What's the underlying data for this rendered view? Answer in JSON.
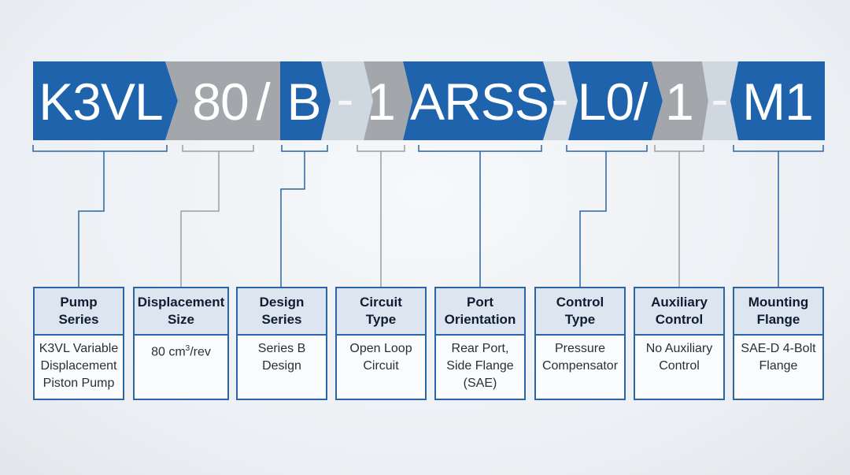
{
  "code": {
    "segments": [
      "K3VL",
      "80",
      "/",
      "B",
      "-",
      "1",
      "ARSS",
      "-",
      "L0/",
      "1",
      "-",
      "M1"
    ]
  },
  "colors": {
    "blue": "#1f63ad",
    "gray": "#a3a7ab",
    "light": "#cfd7e0",
    "line_blue": "#2a65a8",
    "line_gray": "#9a9ea3"
  },
  "cards": [
    {
      "title": "Pump\nSeries",
      "body": "K3VL Variable\nDisplacement\nPiston Pump"
    },
    {
      "title": "Displacement\nSize",
      "body_main": "80 cm",
      "body_sup": "3",
      "body_tail": "/rev"
    },
    {
      "title": "Design\nSeries",
      "body": "Series B\nDesign"
    },
    {
      "title": "Circuit\nType",
      "body": "Open Loop\nCircuit"
    },
    {
      "title": "Port\nOrientation",
      "body": "Rear Port,\nSide Flange\n(SAE)"
    },
    {
      "title": "Control\nType",
      "body": "Pressure\nCompensator"
    },
    {
      "title": "Auxiliary\nControl",
      "body": "No Auxiliary\nControl"
    },
    {
      "title": "Mounting\nFlange",
      "body": "SAE-D 4-Bolt\nFlange"
    }
  ]
}
